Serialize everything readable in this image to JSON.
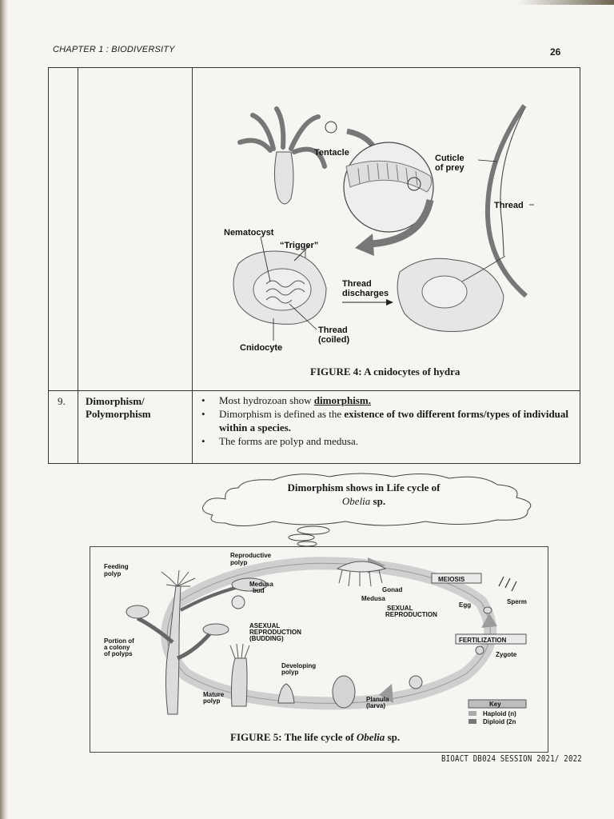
{
  "header": {
    "chapter": "CHAPTER 1 : BIODIVERSITY",
    "page_number": "26"
  },
  "figure4": {
    "labels": {
      "tentacle": "Tentacle",
      "cuticle_1": "Cuticle",
      "cuticle_2": "of prey",
      "thread": "Thread",
      "nematocyst": "Nematocyst",
      "trigger": "“Trigger”",
      "discharges_1": "Thread",
      "discharges_2": "discharges",
      "coiled_1": "Thread",
      "coiled_2": "(coiled)",
      "cnidocyte": "Cnidocyte"
    },
    "caption": "FIGURE 4: A cnidocytes of hydra"
  },
  "row9": {
    "number": "9.",
    "term_line1": "Dimorphism/",
    "term_line2": "Polymorphism",
    "bullet1_text": "Most hydrozoan show ",
    "bullet1_emph": "dimorphism.",
    "bullet2_text": "Dimorphism is defined as the ",
    "bullet2_emph": "existence of two different forms/types of individual within a species.",
    "bullet3_text": "The forms are polyp and medusa."
  },
  "callout": {
    "line1": "Dimorphism shows in Life cycle of",
    "species": "Obelia",
    "suffix": " sp."
  },
  "figure5": {
    "labels": {
      "feeding_1": "Feeding",
      "feeding_2": "polyp",
      "repro_1": "Reproductive",
      "repro_2": "polyp",
      "medusa_bud_1": "Medusa",
      "medusa_bud_2": "bud",
      "gonad": "Gonad",
      "medusa": "Medusa",
      "meiosis": "MEIOSIS",
      "egg": "Egg",
      "sperm": "Sperm",
      "sexual_1": "SEXUAL",
      "sexual_2": "REPRODUCTION",
      "asexual_1": "ASEXUAL",
      "asexual_2": "REPRODUCTION",
      "asexual_3": "(BUDDING)",
      "portion_1": "Portion of",
      "portion_2": "a colony",
      "portion_3": "of polyps",
      "fertilization": "FERTILIZATION",
      "zygote": "Zygote",
      "developing_1": "Developing",
      "developing_2": "polyp",
      "mature_1": "Mature",
      "mature_2": "polyp",
      "planula_1": "Planula",
      "planula_2": "(larva)",
      "key": "Key",
      "haploid": "Haploid (n)",
      "diploid": "Diploid (2n"
    },
    "caption_prefix": "FIGURE 5: The life cycle of ",
    "caption_species": "Obelia",
    "caption_suffix": " sp."
  },
  "footer": "BIOACT DB024 SESSION 2021/ 2022"
}
